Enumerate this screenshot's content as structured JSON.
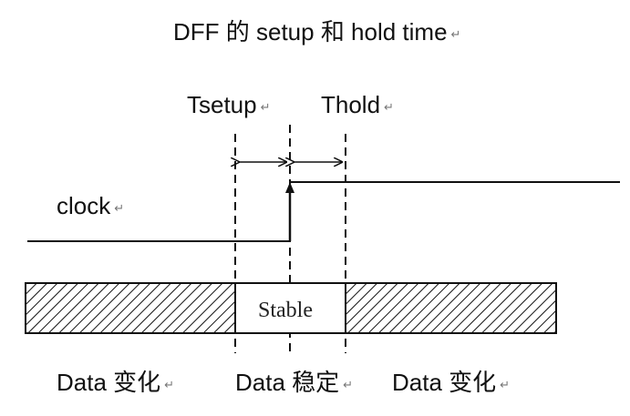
{
  "title": "DFF 的 setup 和 hold time",
  "timing_labels": {
    "setup": "Tsetup",
    "hold": "Thold"
  },
  "signal": {
    "clock_label": "clock"
  },
  "data_bus": {
    "stable_label": "Stable"
  },
  "bottom_labels": {
    "left": "Data 变化",
    "middle": "Data 稳定",
    "right": "Data 变化"
  },
  "return_mark": "↵",
  "colors": {
    "line": "#111111",
    "background": "#ffffff"
  }
}
